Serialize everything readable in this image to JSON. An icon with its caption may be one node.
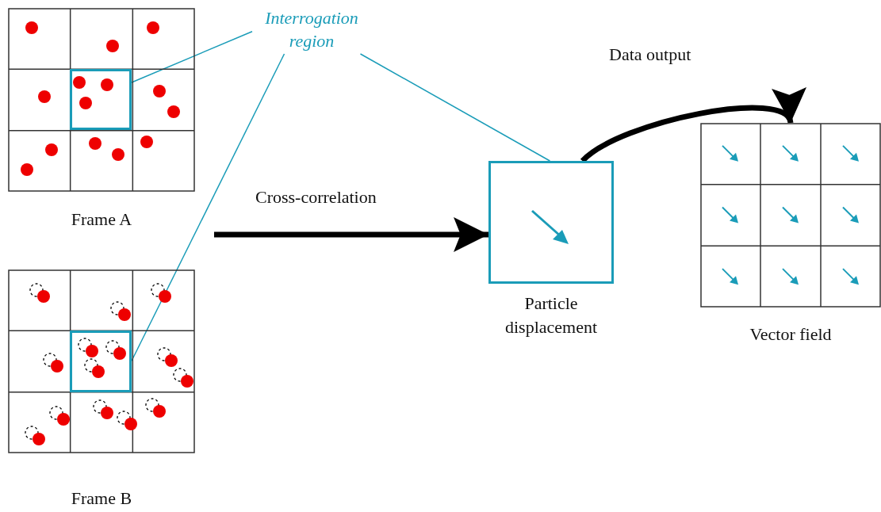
{
  "diagram": {
    "nodes": [
      {
        "text": [
          "Frame A"
        ]
      },
      {
        "text": [],
        "shape": "box",
        "in": 0
      },
      {
        "text": [
          "Frame B"
        ]
      },
      {
        "text": [],
        "shape": "box",
        "in": 2
      },
      {
        "text": [
          "Interrogation region"
        ]
      },
      {
        "text": [
          "Particle displacement"
        ]
      },
      {
        "text": [
          "Vector field"
        ]
      }
    ],
    "edges": [
      {
        "from": 4,
        "to": 1,
        "arrow": "none",
        "color": "#1a9cb8"
      },
      {
        "from": 4,
        "to": 3,
        "arrow": "none",
        "color": "#1a9cb8"
      },
      {
        "from": 4,
        "to": 5,
        "arrow": "none",
        "color": "#1a9cb8"
      },
      {
        "from": null,
        "to": 5,
        "arrow": "to",
        "label": "Cross-correlation",
        "style": "thick",
        "color": "#000000"
      },
      {
        "from": 5,
        "to": 6,
        "arrow": "to",
        "label": "Data output",
        "style": "thick",
        "color": "#000000"
      }
    ]
  }
}
